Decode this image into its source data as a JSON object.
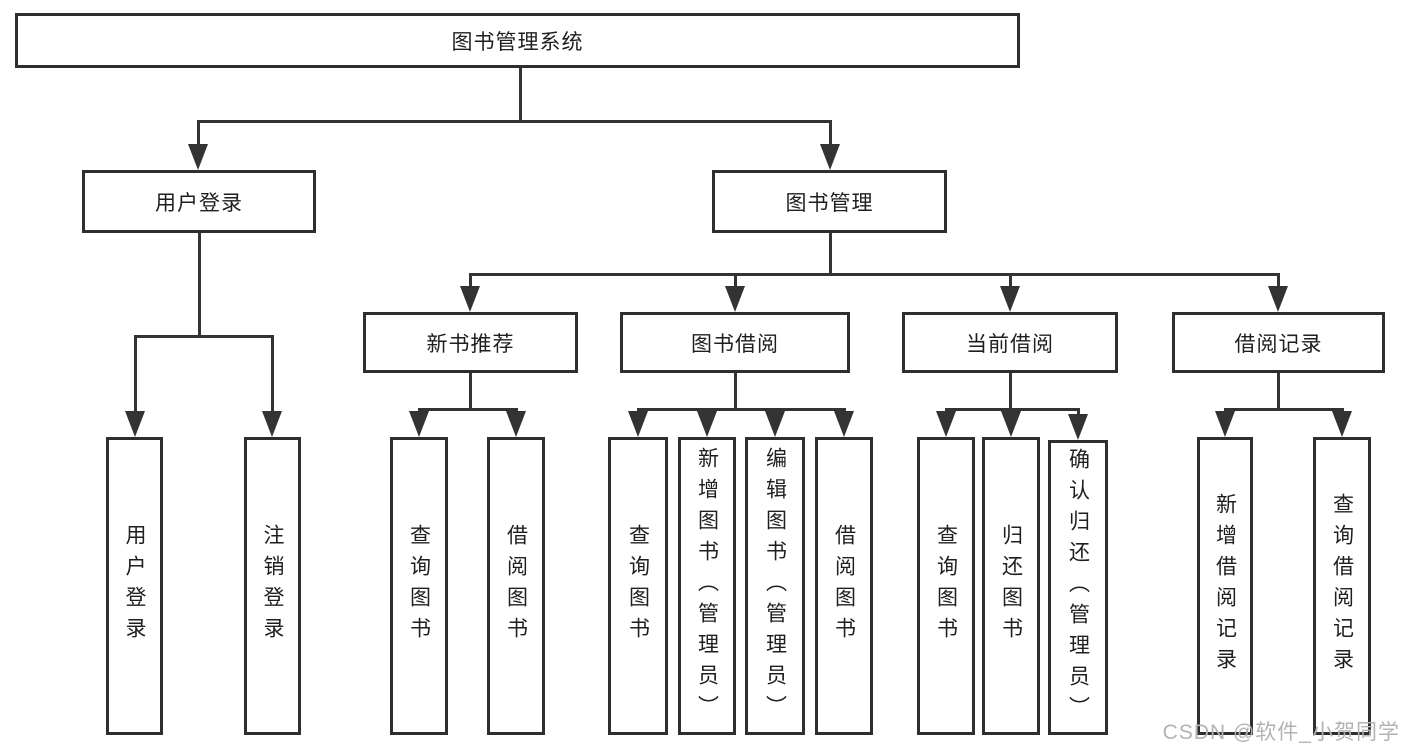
{
  "colors": {
    "line": "#333333",
    "box_border": "#2e2e2e",
    "text": "#1f1f1f",
    "watermark": "#b3b3b3",
    "background": "#ffffff"
  },
  "watermark": "CSDN @软件_小贺同学",
  "tree": {
    "root": {
      "label": "图书管理系统",
      "children": [
        {
          "label": "用户登录",
          "children": [
            {
              "label": "用户登录"
            },
            {
              "label": "注销登录"
            }
          ]
        },
        {
          "label": "图书管理",
          "children": [
            {
              "label": "新书推荐",
              "children": [
                {
                  "label": "查询图书"
                },
                {
                  "label": "借阅图书"
                }
              ]
            },
            {
              "label": "图书借阅",
              "children": [
                {
                  "label": "查询图书"
                },
                {
                  "label": "新增图书（管理员）"
                },
                {
                  "label": "编辑图书（管理员）"
                },
                {
                  "label": "借阅图书"
                }
              ]
            },
            {
              "label": "当前借阅",
              "children": [
                {
                  "label": "查询图书"
                },
                {
                  "label": "归还图书"
                },
                {
                  "label": "确认归还（管理员）"
                }
              ]
            },
            {
              "label": "借阅记录",
              "children": [
                {
                  "label": "新增借阅记录"
                },
                {
                  "label": "查询借阅记录"
                }
              ]
            }
          ]
        }
      ]
    }
  }
}
